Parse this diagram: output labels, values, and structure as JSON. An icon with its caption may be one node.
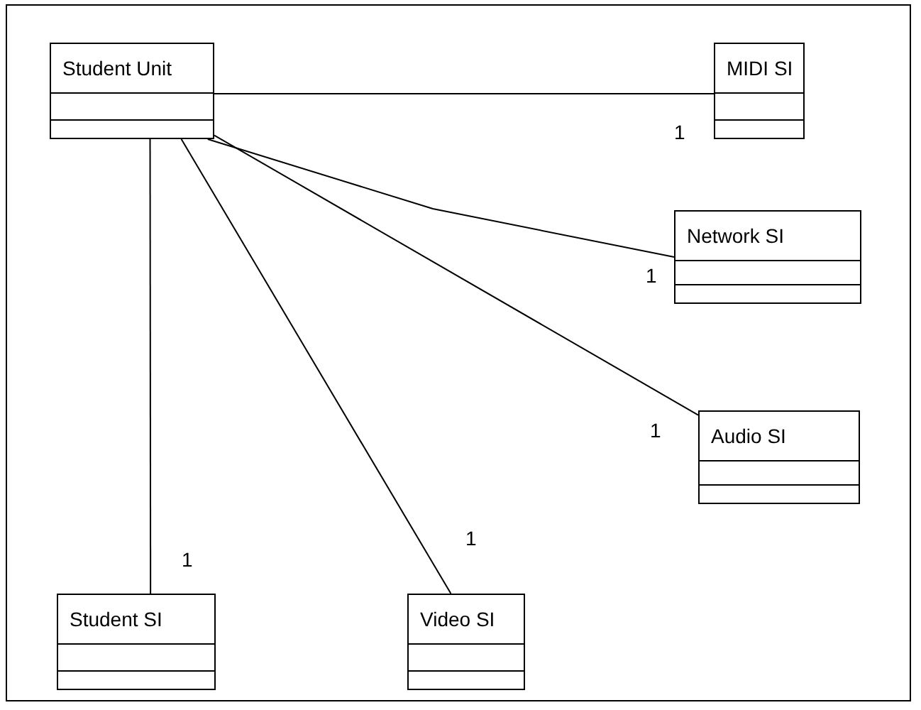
{
  "diagram": {
    "nodes": [
      {
        "text": [
          "Student Unit"
        ]
      },
      {
        "text": [
          "MIDI SI"
        ]
      },
      {
        "text": [
          "Network SI"
        ]
      },
      {
        "text": [
          "Audio SI"
        ]
      },
      {
        "text": [
          "Student SI"
        ]
      },
      {
        "text": [
          "Video SI"
        ]
      }
    ],
    "edges": [
      {
        "from": 0,
        "to": 1,
        "arrow": "none"
      },
      {
        "from": 0,
        "to": 2,
        "arrow": "none"
      },
      {
        "from": 0,
        "to": 3,
        "arrow": "none"
      },
      {
        "from": 0,
        "to": 4,
        "arrow": "none"
      },
      {
        "from": 0,
        "to": 5,
        "arrow": "none"
      }
    ],
    "labels": [
      "1",
      "1",
      "1",
      "1",
      "1"
    ]
  }
}
